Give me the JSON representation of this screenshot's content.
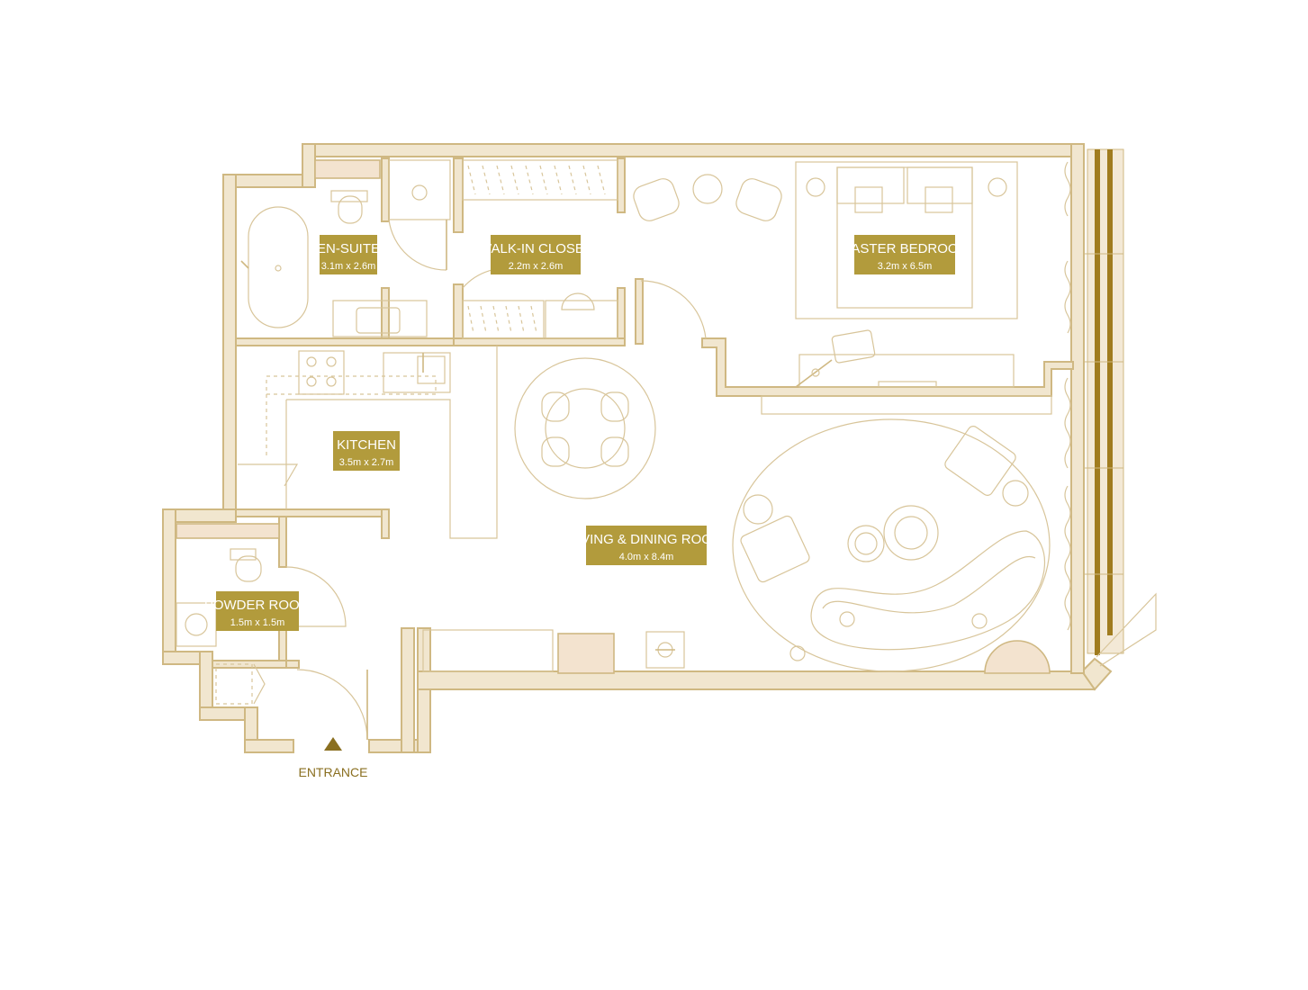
{
  "rooms": [
    {
      "id": "en-suite",
      "name": "EN-SUITE",
      "dims": "3.1m x 2.6m"
    },
    {
      "id": "walk-in-closet",
      "name": "WALK-IN CLOSET",
      "dims": "2.2m x 2.6m"
    },
    {
      "id": "master-bedroom",
      "name": "MASTER BEDROOM",
      "dims": "3.2m x 6.5m"
    },
    {
      "id": "kitchen",
      "name": "KITCHEN",
      "dims": "3.5m x 2.7m"
    },
    {
      "id": "living-dining",
      "name": "LIVING & DINING ROOM",
      "dims": "4.0m x 8.4m"
    },
    {
      "id": "powder-room",
      "name": "POWDER ROOM",
      "dims": "1.5m x 1.5m"
    }
  ],
  "entrance": {
    "label": "ENTRANCE"
  },
  "colors": {
    "wall_fill": "#f1e6cf",
    "wall_stroke": "#cfb882",
    "label_bg": "#b29b3c",
    "label_text": "#ffffff",
    "entrance_marker": "#8a6f20",
    "glazing": "#a07c1f"
  }
}
